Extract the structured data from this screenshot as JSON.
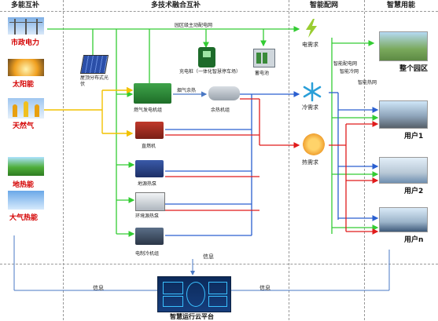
{
  "headers": {
    "source": "多能互补",
    "fusion": "多技术融合互补",
    "grid": "智能配网",
    "use": "智慧用能"
  },
  "sources": {
    "grid_power": "市政电力",
    "solar": "太阳能",
    "gas": "天然气",
    "geothermal": "地热能",
    "air": "大气热能"
  },
  "equipment": {
    "pv": "屋顶分布式光伏",
    "charger": "充电桩（一体化智慧停车场）",
    "battery": "蓄电池",
    "gas_gen": "燃气发电机组",
    "flue_label": "烟气余热",
    "waste_heat": "余热机组",
    "direct_fired": "直燃机",
    "ground_pump": "地源热泵",
    "env_pump": "环境源热泵",
    "chiller": "电制冷机组"
  },
  "demands": {
    "power": "电需求",
    "cooling": "冷需求",
    "heat": "热需求"
  },
  "network": {
    "park_grid": "园区级主动配电网",
    "smart_power": "智能配电网",
    "smart_cold": "智能冷网",
    "smart_heat": "智能热网"
  },
  "users": {
    "park": "整个园区",
    "user1": "用户1",
    "user2": "用户2",
    "usern": "用户n"
  },
  "platform": {
    "name": "智慧运行云平台",
    "info_left": "信息",
    "info_mid": "信息",
    "info_right": "信息"
  },
  "colors": {
    "power": "#33cc33",
    "gas": "#f2c200",
    "cold": "#2a5fd0",
    "heat": "#e01b1b",
    "text_red": "#d40000"
  }
}
